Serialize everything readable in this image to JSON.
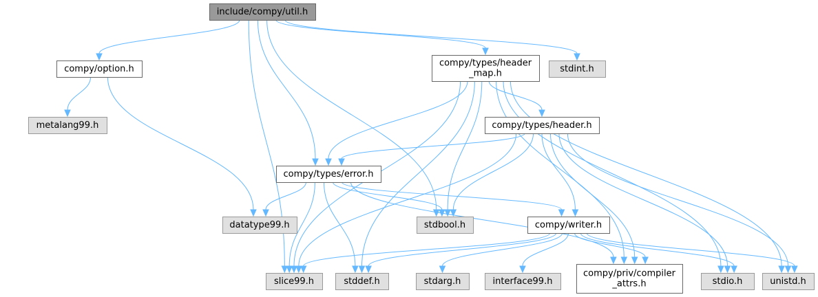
{
  "graph": {
    "edge_color": "#63b8ff",
    "nodes": [
      {
        "id": "util",
        "lines": [
          "include/compy/util.h"
        ],
        "kind": "root",
        "link": false
      },
      {
        "id": "option",
        "lines": [
          "compy/option.h"
        ],
        "kind": "doc",
        "link": true
      },
      {
        "id": "header_map",
        "lines": [
          "compy/types/header",
          "_map.h"
        ],
        "kind": "doc",
        "link": true
      },
      {
        "id": "stdint",
        "lines": [
          "stdint.h"
        ],
        "kind": "sys",
        "link": false
      },
      {
        "id": "metalang99",
        "lines": [
          "metalang99.h"
        ],
        "kind": "sys",
        "link": false
      },
      {
        "id": "header",
        "lines": [
          "compy/types/header.h"
        ],
        "kind": "doc",
        "link": true
      },
      {
        "id": "error",
        "lines": [
          "compy/types/error.h"
        ],
        "kind": "doc",
        "link": true
      },
      {
        "id": "datatype99",
        "lines": [
          "datatype99.h"
        ],
        "kind": "sys",
        "link": false
      },
      {
        "id": "stdbool",
        "lines": [
          "stdbool.h"
        ],
        "kind": "sys",
        "link": false
      },
      {
        "id": "writer",
        "lines": [
          "compy/writer.h"
        ],
        "kind": "doc",
        "link": true
      },
      {
        "id": "slice99",
        "lines": [
          "slice99.h"
        ],
        "kind": "sys",
        "link": false
      },
      {
        "id": "stddef",
        "lines": [
          "stddef.h"
        ],
        "kind": "sys",
        "link": false
      },
      {
        "id": "stdarg",
        "lines": [
          "stdarg.h"
        ],
        "kind": "sys",
        "link": false
      },
      {
        "id": "interface99",
        "lines": [
          "interface99.h"
        ],
        "kind": "sys",
        "link": false
      },
      {
        "id": "compiler_attrs",
        "lines": [
          "compy/priv/compiler",
          "_attrs.h"
        ],
        "kind": "doc",
        "link": true
      },
      {
        "id": "stdio",
        "lines": [
          "stdio.h"
        ],
        "kind": "sys",
        "link": false
      },
      {
        "id": "unistd",
        "lines": [
          "unistd.h"
        ],
        "kind": "sys",
        "link": false
      }
    ],
    "edges": [
      [
        "util",
        "option"
      ],
      [
        "util",
        "header_map"
      ],
      [
        "util",
        "stdint"
      ],
      [
        "util",
        "slice99"
      ],
      [
        "util",
        "error"
      ],
      [
        "util",
        "stdbool"
      ],
      [
        "option",
        "metalang99"
      ],
      [
        "option",
        "datatype99"
      ],
      [
        "header_map",
        "header"
      ],
      [
        "header_map",
        "error"
      ],
      [
        "header_map",
        "stdbool"
      ],
      [
        "header_map",
        "slice99"
      ],
      [
        "header_map",
        "stddef"
      ],
      [
        "header_map",
        "compiler_attrs"
      ],
      [
        "header_map",
        "stdio"
      ],
      [
        "header_map",
        "unistd"
      ],
      [
        "header",
        "error"
      ],
      [
        "header",
        "stdbool"
      ],
      [
        "header",
        "writer"
      ],
      [
        "header",
        "slice99"
      ],
      [
        "header",
        "compiler_attrs"
      ],
      [
        "header",
        "stdio"
      ],
      [
        "header",
        "unistd"
      ],
      [
        "error",
        "datatype99"
      ],
      [
        "error",
        "stdbool"
      ],
      [
        "error",
        "writer"
      ],
      [
        "error",
        "slice99"
      ],
      [
        "error",
        "stddef"
      ],
      [
        "error",
        "compiler_attrs"
      ],
      [
        "writer",
        "slice99"
      ],
      [
        "writer",
        "stddef"
      ],
      [
        "writer",
        "stdarg"
      ],
      [
        "writer",
        "interface99"
      ],
      [
        "writer",
        "compiler_attrs"
      ],
      [
        "writer",
        "stdio"
      ],
      [
        "writer",
        "unistd"
      ]
    ]
  }
}
